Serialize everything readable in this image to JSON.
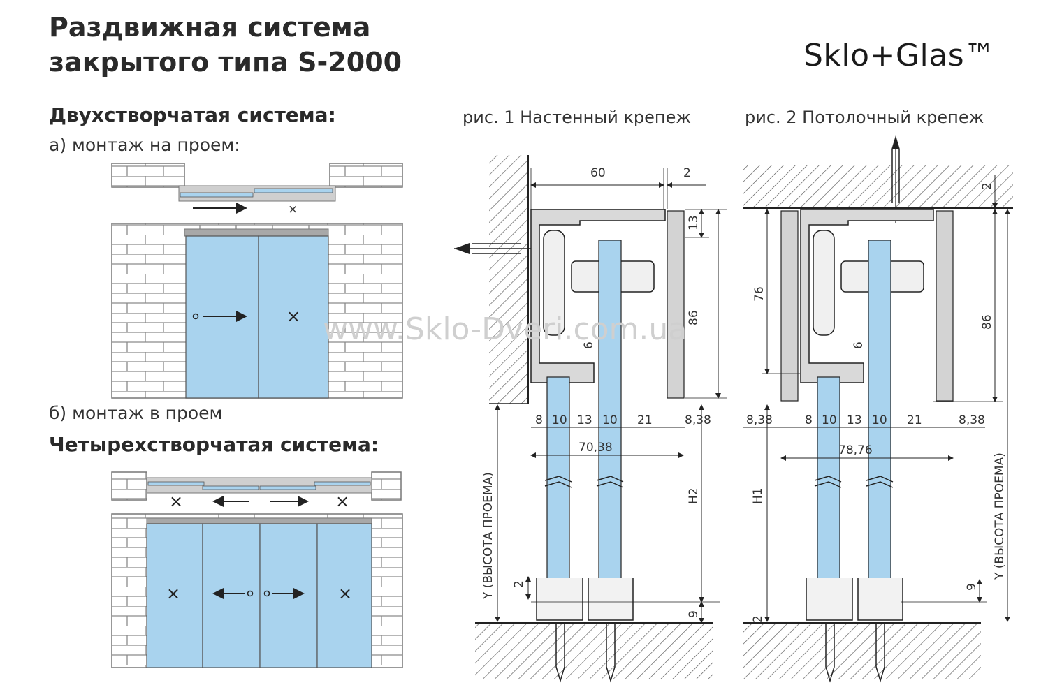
{
  "header": {
    "title_line1": "Раздвижная система",
    "title_line2": "закрытого типа  S-2000",
    "brand": "Sklo+Glas™"
  },
  "left": {
    "two_leaf_heading": "Двухстворчатая система:",
    "mount_a": "а) монтаж на проем:",
    "mount_b": "б) монтаж в проем",
    "four_leaf_heading": "Четырехстворчатая система:"
  },
  "figures": {
    "fig1_caption": "рис. 1 Настенный крепеж",
    "fig2_caption": "рис. 2 Потолочный крепеж"
  },
  "watermark": "www.Sklo-Dveri.com.ua",
  "dims": {
    "d60": "60",
    "d2a": "2",
    "d13": "13",
    "d86a": "86",
    "d6a": "6",
    "f1_row": [
      "8",
      "10",
      "13",
      "10",
      "21"
    ],
    "d838a": "8,38",
    "d7038": "70,38",
    "h2": "H2",
    "y_label_left": "Y (ВЫСОТА ПРОЕМА)",
    "d2b": "2",
    "d9a": "9",
    "d2c": "2",
    "d76": "76",
    "d86b": "86",
    "d6b": "6",
    "d838b": "8,38",
    "f2_row": [
      "8",
      "10",
      "13",
      "10",
      "21"
    ],
    "d838c": "8,38",
    "d7876": "78,76",
    "h1": "H1",
    "y_label_right": "Y (ВЫСОТА ПРОЕМА)",
    "d9b": "9",
    "d2d": "2"
  },
  "colors": {
    "glass": "#a9d3ee",
    "rail": "#9a9a9a",
    "brick_line": "#8a8a8a",
    "profile_fill": "#d9d9d9",
    "watermark": "#cfcfcf"
  },
  "symbols": {
    "fixed_mark": "×",
    "handle_mark": "∘"
  }
}
